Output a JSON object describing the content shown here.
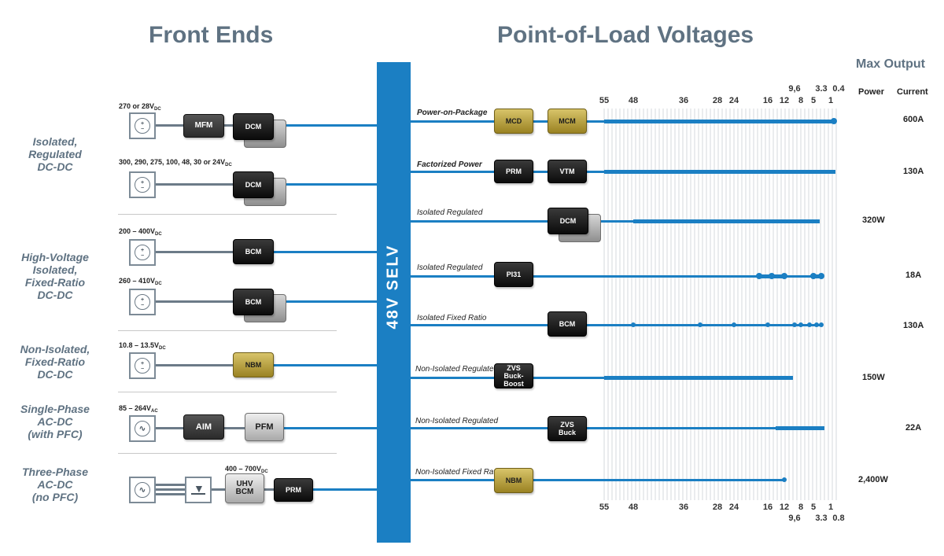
{
  "headings": {
    "front_ends": "Front Ends",
    "pol": "Point-of-Load Voltages",
    "max_output": "Max Output",
    "power": "Power",
    "current": "Current"
  },
  "bus_label": "48V SELV",
  "categories": {
    "isolated_regulated": "Isolated,\nRegulated\nDC-DC",
    "hv_isolated": "High-Voltage\nIsolated,\nFixed-Ratio\nDC-DC",
    "nonisolated_fixed": "Non-Isolated,\nFixed-Ratio\nDC-DC",
    "single_phase": "Single-Phase\nAC-DC\n(with PFC)",
    "three_phase": "Three-Phase\nAC-DC\n(no PFC)"
  },
  "front_ends": [
    {
      "voltage": "270 or 28V",
      "sub": "DC",
      "modules": [
        "MFM",
        "DCM"
      ]
    },
    {
      "voltage": "300, 290, 275, 100, 48, 30 or 24V",
      "sub": "DC",
      "modules": [
        "DCM"
      ]
    },
    {
      "voltage": "200 – 400V",
      "sub": "DC",
      "modules": [
        "BCM"
      ]
    },
    {
      "voltage": "260 – 410V",
      "sub": "DC",
      "modules": [
        "BCM"
      ]
    },
    {
      "voltage": "10.8 – 13.5V",
      "sub": "DC",
      "modules": [
        "NBM"
      ]
    },
    {
      "voltage": "85 – 264V",
      "sub": "AC",
      "modules": [
        "AIM",
        "PFM"
      ]
    },
    {
      "voltage": "400 – 700V",
      "sub": "DC",
      "modules": [
        "UHV\nBCM",
        "PRM"
      ]
    }
  ],
  "pol_rows": [
    {
      "label": "Power-on-Package",
      "modules": [
        "MCD",
        "MCM"
      ],
      "current": "600A",
      "power": ""
    },
    {
      "label": "Factorized Power",
      "modules": [
        "PRM",
        "VTM"
      ],
      "current": "130A",
      "power": ""
    },
    {
      "label": "Isolated Regulated",
      "modules": [
        "DCM"
      ],
      "current": "",
      "power": "320W"
    },
    {
      "label": "Isolated Regulated",
      "modules": [
        "PI31"
      ],
      "current": "18A",
      "power": ""
    },
    {
      "label": "Isolated Fixed Ratio",
      "modules": [
        "BCM"
      ],
      "current": "130A",
      "power": ""
    },
    {
      "label": "Non-Isolated Regulated",
      "modules": [
        "ZVS\nBuck-Boost"
      ],
      "current": "",
      "power": "150W"
    },
    {
      "label": "Non-Isolated Regulated",
      "modules": [
        "ZVS\nBuck"
      ],
      "current": "22A",
      "power": ""
    },
    {
      "label": "Non-Isolated Fixed Ratio",
      "modules": [
        "NBM"
      ],
      "current": "",
      "power": "2,400W"
    }
  ],
  "voltage_scale": {
    "top_upper": [
      "9,6",
      "3.3",
      "0.4"
    ],
    "top_lower": [
      "55",
      "48",
      "36",
      "28",
      "24",
      "16",
      "12",
      "8",
      "5",
      "1"
    ],
    "bottom_upper": [
      "55",
      "48",
      "36",
      "28",
      "24",
      "16",
      "12",
      "8",
      "5",
      "1"
    ],
    "bottom_lower": [
      "9,6",
      "3.3",
      "0.8"
    ]
  },
  "colors": {
    "heading": "#5f7282",
    "bus": "#1b7fc3",
    "wire": "#6c7b88",
    "gold": "#c2a83e"
  }
}
